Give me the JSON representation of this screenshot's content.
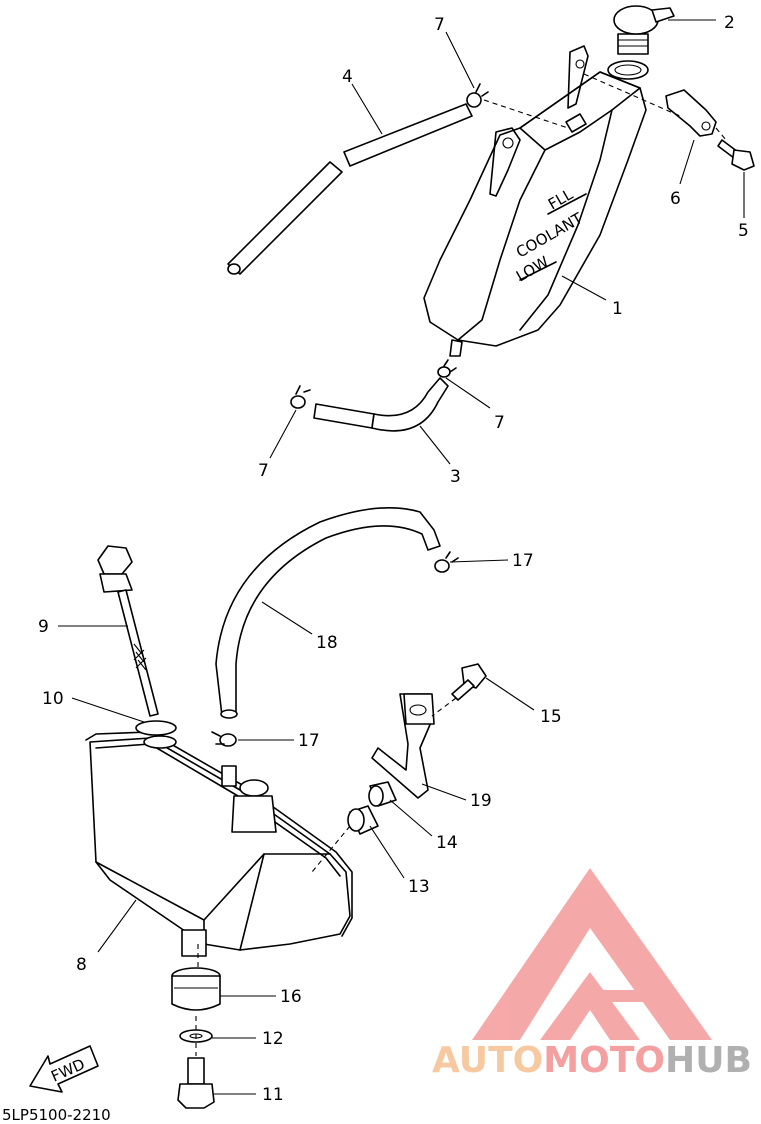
{
  "diagram": {
    "tank_labels": {
      "full": "FLL",
      "coolant": "COOLANT",
      "low": "LOW"
    },
    "fwd_label": "FWD",
    "code": "5LP5100-2210",
    "callouts": {
      "c1": "1",
      "c2": "2",
      "c3": "3",
      "c4": "4",
      "c5": "5",
      "c6": "6",
      "c7a": "7",
      "c7b": "7",
      "c7c": "7",
      "c8": "8",
      "c9": "9",
      "c10": "10",
      "c11": "11",
      "c12": "12",
      "c13": "13",
      "c14": "14",
      "c15": "15",
      "c16": "16",
      "c17a": "17",
      "c17b": "17",
      "c18": "18",
      "c19": "19"
    },
    "watermark": {
      "part1": "AUTO",
      "part2": "MOTO",
      "part3": "HUB",
      "color1": "#f7c9a0",
      "color2": "#f4a0a0",
      "color3": "#b0b0b0",
      "logo_color": "#f49a9a"
    }
  }
}
